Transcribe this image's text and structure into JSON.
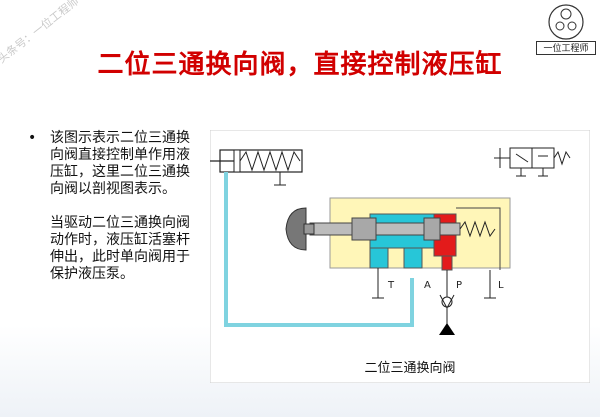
{
  "watermark": "头条号：一位工程师",
  "logo": {
    "text": "一位工程师"
  },
  "title": "二位三通换向阀，直接控制液压缸",
  "bullet": {
    "para1": "该图示表示二位三通换向阀直接控制单作用液压缸，这里二位三通换向阀以剖视图表示。",
    "para2": "当驱动二位三通换向阀动作时，液压缸活塞杆伸出，此时单向阀用于保护液压泵。"
  },
  "diagram": {
    "caption": "二位三通换向阀",
    "ports": {
      "t": "T",
      "a": "A",
      "p": "P",
      "l": "L"
    },
    "colors": {
      "fluid_cyan": "#27c6d8",
      "pressure_red": "#e31b1b",
      "body_yellow": "#fff6b8",
      "piping": "#7fd3e0"
    }
  }
}
